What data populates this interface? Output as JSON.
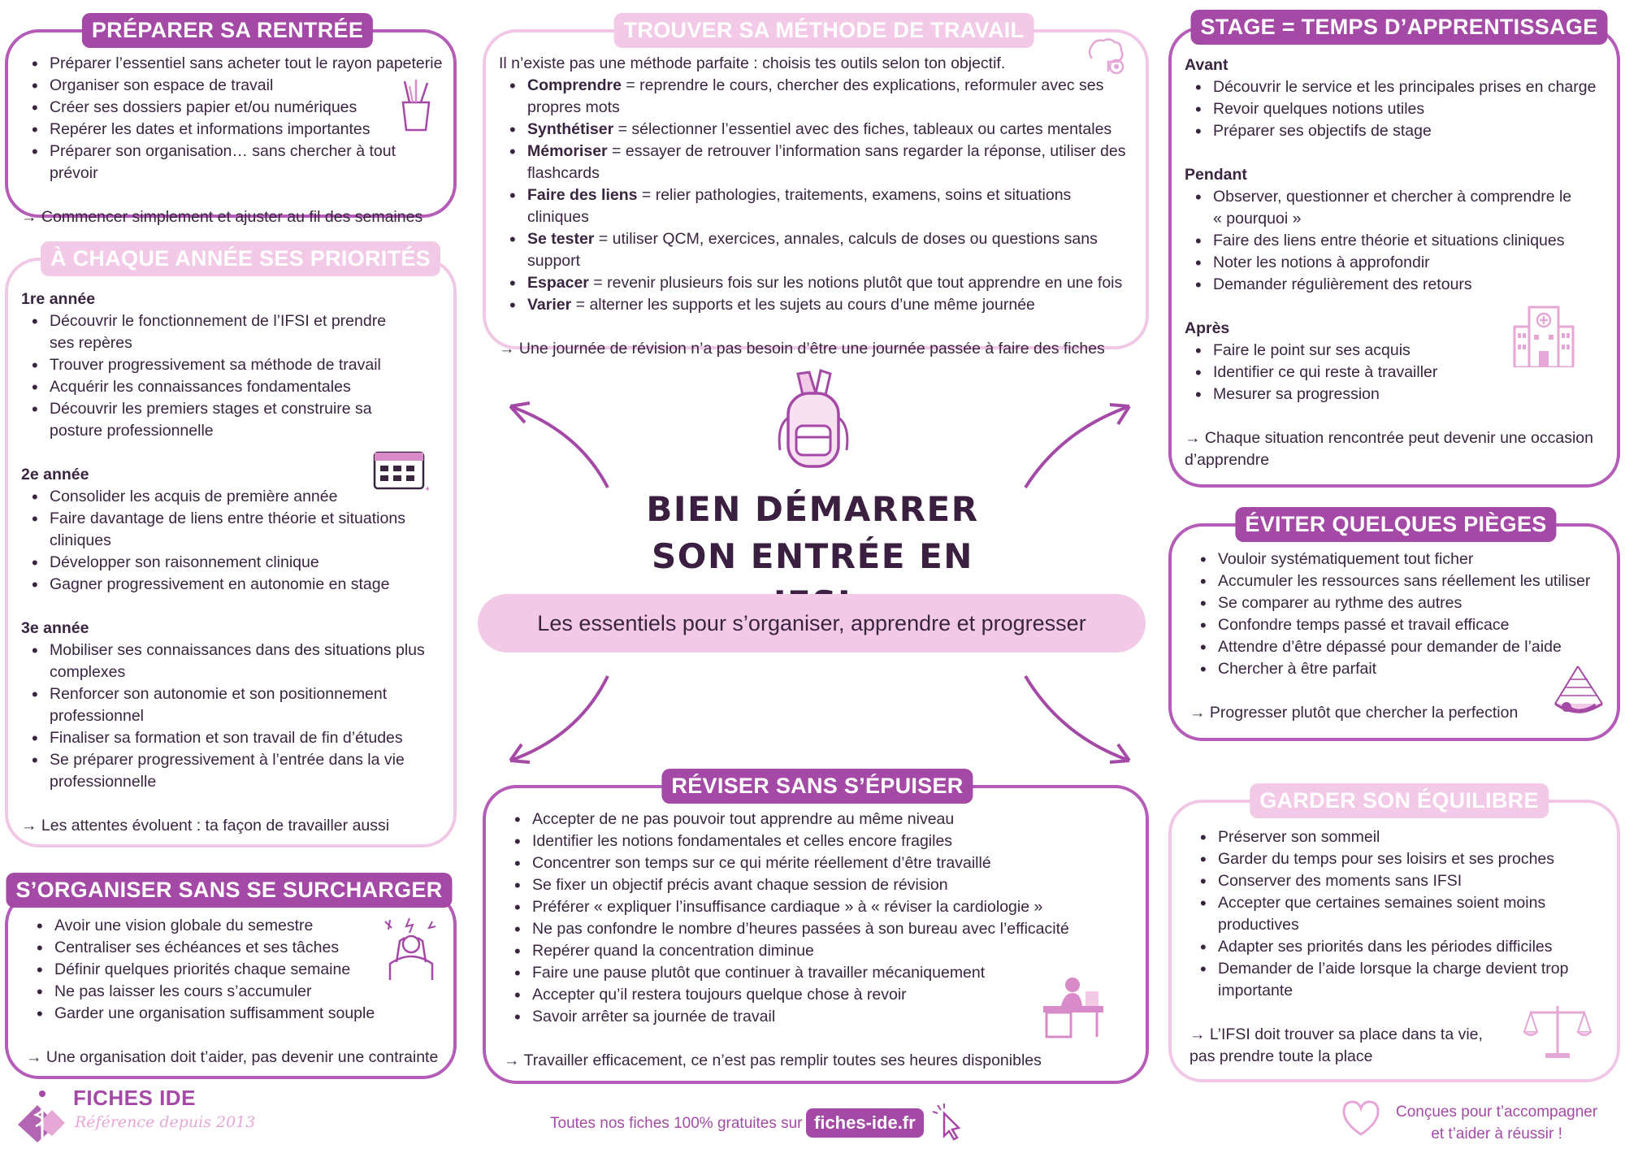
{
  "panels": {
    "rentree": {
      "title": "PRÉPARER SA RENTRÉE",
      "items": [
        "Préparer l’essentiel sans acheter tout le rayon papeterie",
        "Organiser son espace de travail",
        "Créer ses dossiers papier et/ou numériques",
        "Repérer les dates et informations importantes",
        "Préparer son organisation… sans chercher à tout prévoir"
      ],
      "conclusion": "→ Commencer simplement et ajuster au fil des semaines"
    },
    "annees": {
      "title": "À CHAQUE ANNÉE SES PRIORITÉS",
      "y1": {
        "heading": "1re année",
        "items": [
          "Découvrir le fonctionnement de l’IFSI et prendre ses repères",
          "Trouver progressivement sa méthode de travail",
          "Acquérir les connaissances fondamentales",
          "Découvrir les premiers stages et construire sa posture professionnelle"
        ]
      },
      "y2": {
        "heading": "2e année",
        "items": [
          "Consolider les acquis de première année",
          "Faire davantage de liens entre théorie et situations cliniques",
          "Développer son raisonnement clinique",
          "Gagner progressivement en autonomie en stage"
        ]
      },
      "y3": {
        "heading": "3e année",
        "items": [
          "Mobiliser ses connaissances dans des situations plus complexes",
          "Renforcer son autonomie et son positionnement professionnel",
          "Finaliser sa formation et son travail de fin d’études",
          "Se préparer progressivement à l’entrée dans la vie professionnelle"
        ]
      },
      "conclusion": "→ Les attentes évoluent : ta façon de travailler aussi"
    },
    "organiser": {
      "title": "S’ORGANISER SANS SE SURCHARGER",
      "items": [
        "Avoir une vision globale du semestre",
        "Centraliser ses échéances et ses tâches",
        "Définir quelques priorités chaque semaine",
        "Ne pas laisser les cours s’accumuler",
        "Garder une organisation suffisamment souple"
      ],
      "conclusion": "→ Une organisation doit t’aider, pas devenir une contrainte"
    },
    "methode": {
      "title": "TROUVER SA MÉTHODE DE TRAVAIL",
      "intro": "Il n’existe pas une méthode parfaite : choisis tes outils selon ton objectif.",
      "items": [
        {
          "term": "Comprendre",
          "text": " = reprendre le cours, chercher des explications, reformuler avec ses propres mots"
        },
        {
          "term": "Synthétiser",
          "text": " = sélectionner l’essentiel avec des fiches, tableaux ou cartes mentales"
        },
        {
          "term": "Mémoriser",
          "text": " = essayer de retrouver l’information sans regarder la réponse, utiliser des flashcards"
        },
        {
          "term": "Faire des liens",
          "text": " = relier pathologies, traitements, examens, soins et situations cliniques"
        },
        {
          "term": "Se tester",
          "text": " = utiliser QCM, exercices, annales, calculs de doses ou questions sans support"
        },
        {
          "term": "Espacer",
          "text": " = revenir plusieurs fois sur les notions plutôt que tout apprendre en une fois"
        },
        {
          "term": "Varier",
          "text": " = alterner les supports et les sujets au cours d’une même journée"
        }
      ],
      "conclusion": "→ Une journée de révision n’a pas besoin d’être une journée passée à faire des fiches"
    },
    "reviser": {
      "title": "RÉVISER SANS S’ÉPUISER",
      "items": [
        "Accepter de ne pas pouvoir tout apprendre au même niveau",
        "Identifier les notions fondamentales et celles encore fragiles",
        "Concentrer son temps sur ce qui mérite réellement d’être travaillé",
        "Se fixer un objectif précis avant chaque session de révision",
        "Préférer « expliquer l’insuffisance cardiaque » à « réviser la cardiologie »",
        "Ne pas confondre le nombre d’heures passées à son bureau avec l’efficacité",
        "Repérer quand la concentration diminue",
        "Faire une pause plutôt que continuer à travailler mécaniquement",
        "Accepter qu’il restera toujours quelque chose à revoir",
        "Savoir arrêter sa journée de travail"
      ],
      "conclusion": "→ Travailler efficacement, ce n’est pas remplir toutes ses heures disponibles"
    },
    "stage": {
      "title": "STAGE = TEMPS D’APPRENTISSAGE",
      "avant": {
        "heading": "Avant",
        "items": [
          "Découvrir le service et les principales prises en charge",
          "Revoir quelques notions utiles",
          "Préparer ses objectifs de stage"
        ]
      },
      "pendant": {
        "heading": "Pendant",
        "items": [
          "Observer, questionner et chercher à comprendre le « pourquoi »",
          "Faire des liens entre théorie et situations cliniques",
          "Noter les notions à approfondir",
          "Demander régulièrement des retours"
        ]
      },
      "apres": {
        "heading": "Après",
        "items": [
          "Faire le point sur ses acquis",
          "Identifier ce qui reste à travailler",
          "Mesurer sa progression"
        ]
      },
      "conclusion": "→ Chaque situation rencontrée peut devenir une occasion d’apprendre"
    },
    "pieges": {
      "title": "ÉVITER QUELQUES PIÈGES",
      "items": [
        "Vouloir systématiquement tout ficher",
        "Accumuler les ressources sans réellement les utiliser",
        "Se comparer au rythme des autres",
        "Confondre temps passé et travail efficace",
        "Attendre d’être dépassé pour demander de l’aide",
        "Chercher à être parfait"
      ],
      "conclusion": "→ Progresser plutôt que chercher la perfection"
    },
    "equilibre": {
      "title": "GARDER SON ÉQUILIBRE",
      "items": [
        "Préserver son sommeil",
        "Garder du temps pour ses loisirs et ses proches",
        "Conserver des moments sans IFSI",
        "Accepter que certaines semaines soient moins productives",
        "Adapter ses priorités dans les périodes difficiles",
        "Demander de l’aide lorsque la charge devient trop importante"
      ],
      "conclusion": "→ L’IFSI doit trouver sa place dans ta vie, pas prendre toute la place"
    }
  },
  "center": {
    "title_line1": "BIEN DÉMARRER",
    "title_line2": "SON ENTRÉE EN IFSI",
    "subtitle": "Les essentiels pour s’organiser, apprendre et progresser"
  },
  "footer": {
    "logo_name": "FICHES IDE",
    "logo_tagline": "Référence depuis 2013",
    "text": "Toutes nos fiches 100% gratuites sur",
    "site": "fiches-ide.fr",
    "right_line1": "Conçues pour t’accompagner",
    "right_line2": "et t’aider à réussir !"
  },
  "colors": {
    "accent": "#a44aa6",
    "pale": "#f3c9e8",
    "text": "#3a2540"
  },
  "icons": [
    "pencil-cup-icon",
    "brain-gear-icon",
    "calendar-icon",
    "backpack-icon",
    "stressed-person-icon",
    "student-desk-icon",
    "hospital-icon",
    "hammock-icon",
    "scale-icon",
    "heart-icon",
    "cursor-click-icon",
    "caduceus-logo-icon"
  ]
}
